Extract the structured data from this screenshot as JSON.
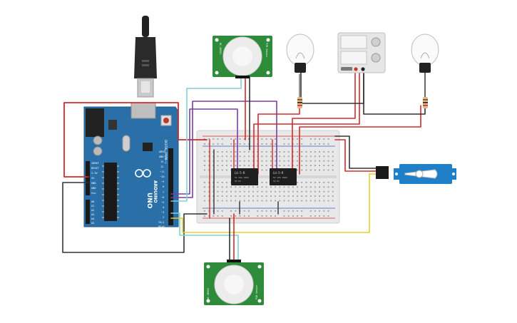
{
  "arduino": {
    "brand": "ARDUINO",
    "model": "UNO",
    "digital_label": "DIGITAL (PWM~)",
    "power_header": [
      "IOREF",
      "RESET",
      "3.3V",
      "5V",
      "GND",
      "GND",
      "Vin"
    ],
    "analog_header": [
      "A0",
      "A1",
      "A2",
      "A3",
      "A4",
      "A5"
    ],
    "digital_header_top": [
      "AREF",
      "GND",
      "13",
      "12",
      "~11",
      "~10",
      "~9",
      "8"
    ],
    "digital_header_bottom": [
      "7",
      "~6",
      "~5",
      "4",
      "~3",
      "2",
      "TX▸1",
      "RX◂0"
    ]
  },
  "pir_top": {
    "left_text": "HC-SR501",
    "right_text": "PIR Sensor"
  },
  "pir_bottom": {
    "left_text": "HC-SR501",
    "right_text": "PIR Sensor"
  },
  "relay_left": {
    "line1": "LU-5-R",
    "line2": "5V 10A 250V",
    "line3": "5V DC"
  },
  "relay_right": {
    "line1": "LU-5-R",
    "line2": "5V 10A 250V",
    "line3": "5V DC"
  },
  "colors": {
    "board": "#2b6fa8",
    "red_wire": "#d32b2b",
    "black_wire": "#333333",
    "purple_wire": "#7b3fa0",
    "cyan_wire": "#7fd3cf",
    "yellow_wire": "#e8cf2b",
    "green_pcb": "#2e8b3a",
    "servo_blue": "#1f7fc9"
  }
}
